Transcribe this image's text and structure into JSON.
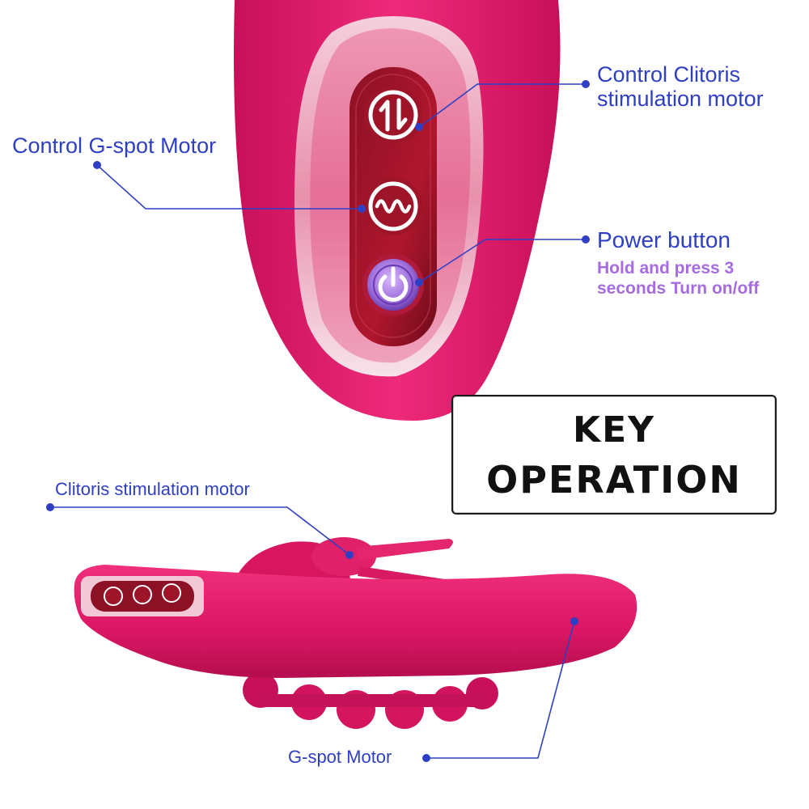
{
  "heading": {
    "line1": "KEY",
    "line2": "OPERATION"
  },
  "callouts": {
    "clitoris_control": {
      "line1": "Control Clitoris",
      "line2": "stimulation motor"
    },
    "gspot_control": "Control G-spot Motor",
    "power": {
      "title": "Power button",
      "note_line1": "Hold and press 3",
      "note_line2": "seconds Turn on/off"
    },
    "clitoris_motor": "Clitoris stimulation motor",
    "gspot_motor": "G-spot Motor"
  },
  "icons": {
    "button_1": "up-down-arrows-icon",
    "button_2": "vibration-wave-icon",
    "button_3": "power-icon"
  },
  "colors": {
    "body": "#e3196a",
    "label": "#2e3fc4",
    "note": "#a66be0",
    "panel": "#7a0e1f",
    "power_button": "#9a6ad8"
  }
}
